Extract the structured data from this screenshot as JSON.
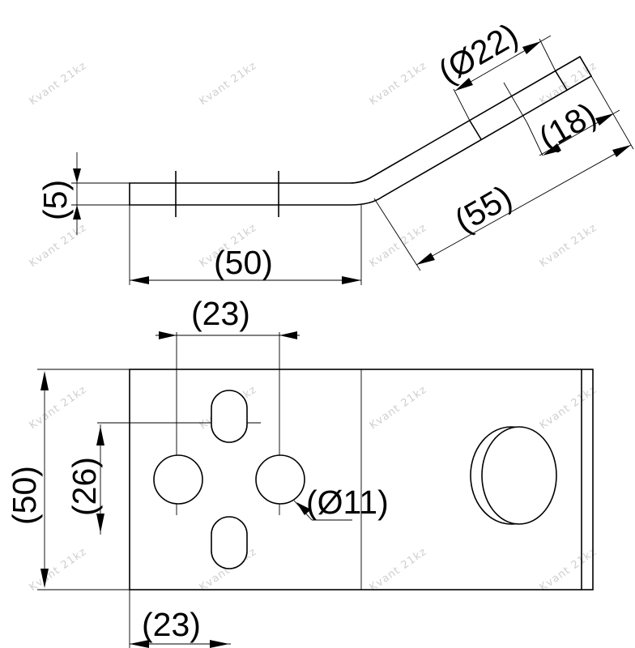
{
  "watermark": "Kvant 21kz",
  "dimensions": {
    "side_thickness": "(5)",
    "side_flat_length": "(50)",
    "side_bent_length": "(55)",
    "side_hole_diameter": "(Ø22)",
    "side_end_offset": "(18)",
    "top_spacing": "(23)",
    "top_height": "(50)",
    "top_slot_span": "(26)",
    "top_hole_diameter": "(Ø11)",
    "top_edge_offset": "(23)"
  }
}
